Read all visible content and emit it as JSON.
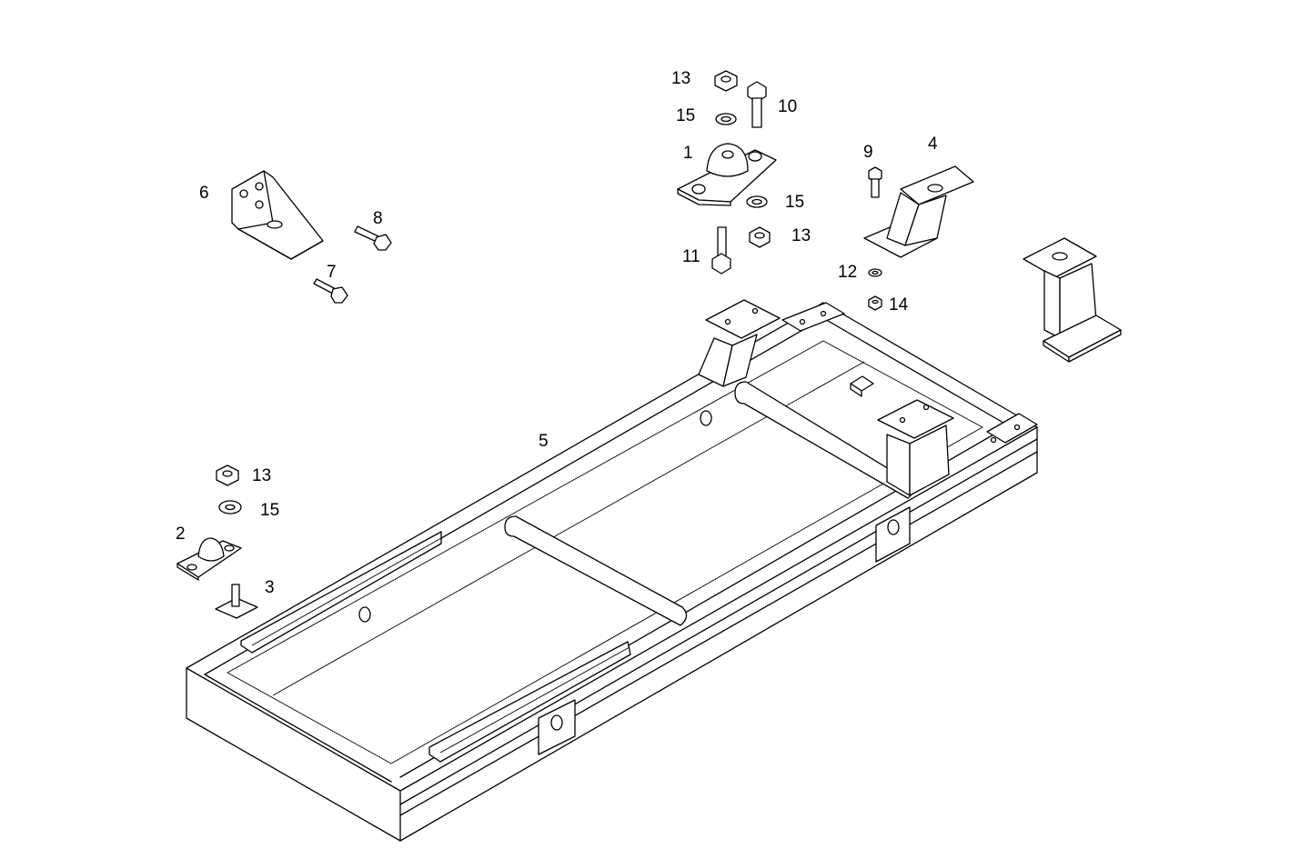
{
  "diagram": {
    "part_labels": [
      {
        "id": "p1",
        "text": "1"
      },
      {
        "id": "p2",
        "text": "2"
      },
      {
        "id": "p3",
        "text": "3"
      },
      {
        "id": "p4",
        "text": "4"
      },
      {
        "id": "p5",
        "text": "5"
      },
      {
        "id": "p6",
        "text": "6"
      },
      {
        "id": "p7",
        "text": "7"
      },
      {
        "id": "p8",
        "text": "8"
      },
      {
        "id": "p9",
        "text": "9"
      },
      {
        "id": "p10",
        "text": "10"
      },
      {
        "id": "p11",
        "text": "11"
      },
      {
        "id": "p12",
        "text": "12"
      },
      {
        "id": "p13a",
        "text": "13"
      },
      {
        "id": "p13b",
        "text": "13"
      },
      {
        "id": "p13c",
        "text": "13"
      },
      {
        "id": "p14",
        "text": "14"
      },
      {
        "id": "p15a",
        "text": "15"
      },
      {
        "id": "p15b",
        "text": "15"
      },
      {
        "id": "p15c",
        "text": "15"
      }
    ]
  }
}
